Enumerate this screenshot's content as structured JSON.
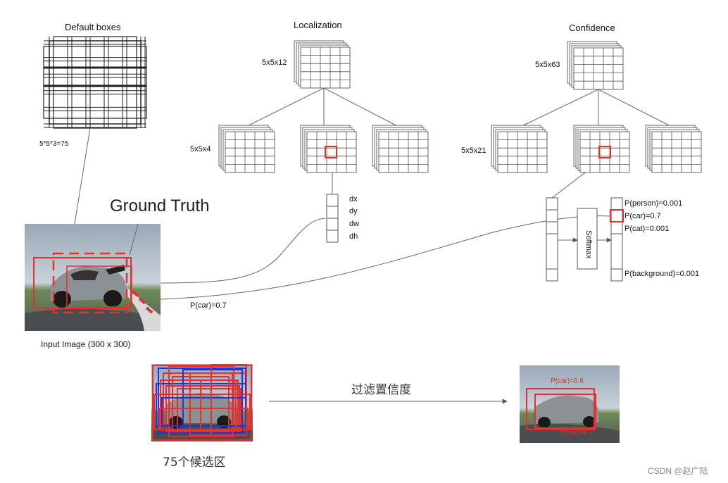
{
  "colors": {
    "grid_fill": "#ffffff",
    "grid_line": "#555555",
    "highlight": "#e53030",
    "detection_blue": "#2233dd",
    "connector": "#666666"
  },
  "labels": {
    "default_boxes_title": "Default boxes",
    "default_boxes_count": "5*5*3=75",
    "localization_title": "Localization",
    "localization_top_size": "5x5x12",
    "localization_sub_size": "5x5x4",
    "confidence_title": "Confidence",
    "confidence_top_size": "5x5x63",
    "confidence_sub_size": "5x5x21",
    "ground_truth": "Ground Truth",
    "input_image": "Input Image (300 x 300)",
    "loc_outputs": [
      "dx",
      "dy",
      "dw",
      "dh"
    ],
    "softmax": "Softmax",
    "class_probs": [
      "P(person)=0.001",
      "P(car)=0.7",
      "P(cat)=0.001",
      "P(background)=0.001"
    ],
    "input_pcar": "P(car)=0.7",
    "filter_label": "过滤置信度",
    "candidates_label": "75个候选区",
    "result_top_label": "P(car)=0.6",
    "result_bottom_label": "P(car)=0.7",
    "watermark": "CSDN @赵广陆"
  }
}
